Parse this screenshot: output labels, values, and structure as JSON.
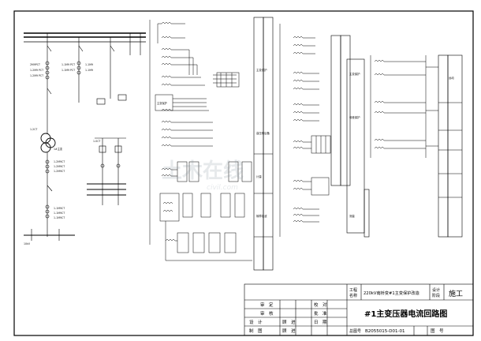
{
  "title_block": {
    "project_label": "工程\n名称",
    "project_name": "220kV南桥变#1主变保护改造",
    "design_stage_label": "设计\n阶段",
    "design_stage": "施工",
    "roles": [
      "审　定",
      "审　核",
      "设　计",
      "制　图"
    ],
    "role_extra": [
      "",
      "",
      "顾　进",
      "顾　进"
    ],
    "check_labels": [
      "校　对",
      "批　准",
      "日　期",
      ""
    ],
    "drawing_title": "#1主变压器电流回路图",
    "drawing_no_label": "总图号",
    "drawing_no": "B2055015-D01-01",
    "sheet_label": "图　号"
  },
  "panel_labels": {
    "main_protection": "主变保护",
    "main_protection_2": "主变保护",
    "backup_protection": "高压侧后备",
    "metering": "计量",
    "fault_recorder": "故障录波",
    "bus_protection": "母差保护",
    "measure": "测量",
    "remote": "远动"
  },
  "watermark": {
    "text": "土木在线",
    "sub": "civil.com"
  }
}
